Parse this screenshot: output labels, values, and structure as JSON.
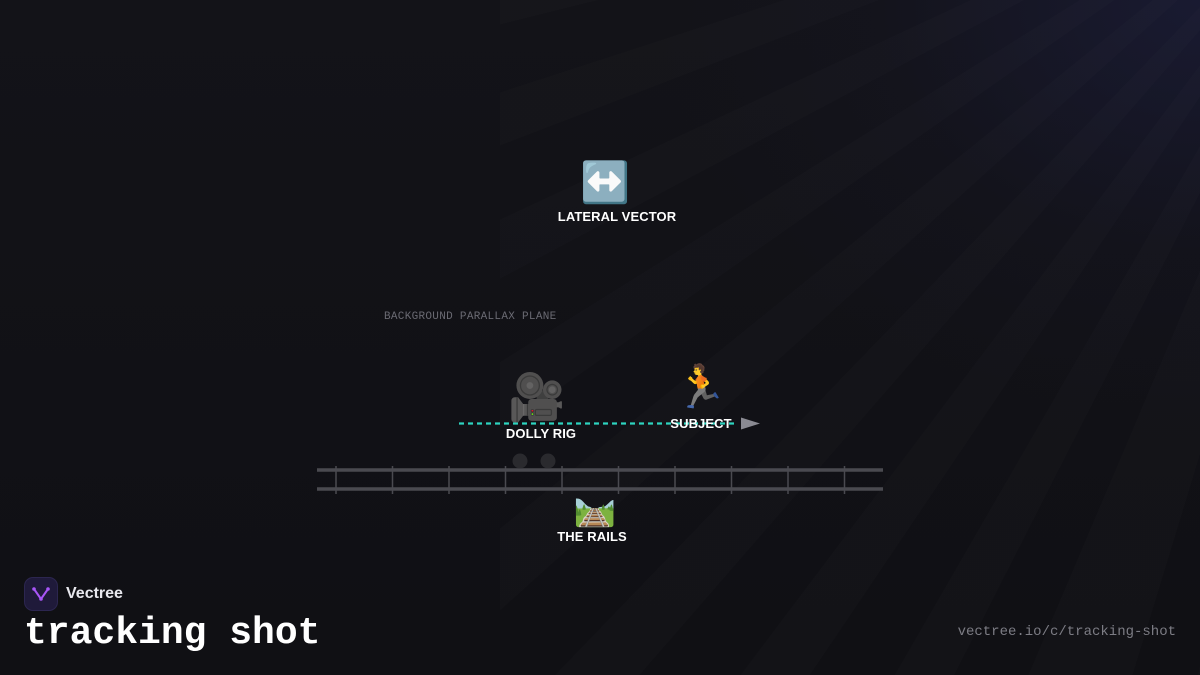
{
  "diagram": {
    "lateral_vector": {
      "icon": "left-right-arrow-icon",
      "emoji": "↔️",
      "label": "LATERAL VECTOR"
    },
    "parallax_plane": {
      "label": "BACKGROUND PARALLAX PLANE"
    },
    "dolly_rig": {
      "icon": "movie-camera-icon",
      "emoji": "🎥",
      "label": "DOLLY RIG"
    },
    "subject": {
      "icon": "running-person-icon",
      "emoji": "🏃",
      "label": "SUBJECT"
    },
    "rails": {
      "icon": "railway-track-icon",
      "emoji": "🛤️",
      "label": "THE RAILS"
    }
  },
  "colors": {
    "tracking_line": "#2dd4bf",
    "arrow_head": "#8a8a92",
    "rail": "#4a4a50",
    "wheel": "#2a2a2e",
    "brand_accent": "#a855f7"
  },
  "brand": {
    "name": "Vectree",
    "icon": "vectree-logo-icon"
  },
  "title": "tracking shot",
  "url": "vectree.io/c/tracking-shot"
}
